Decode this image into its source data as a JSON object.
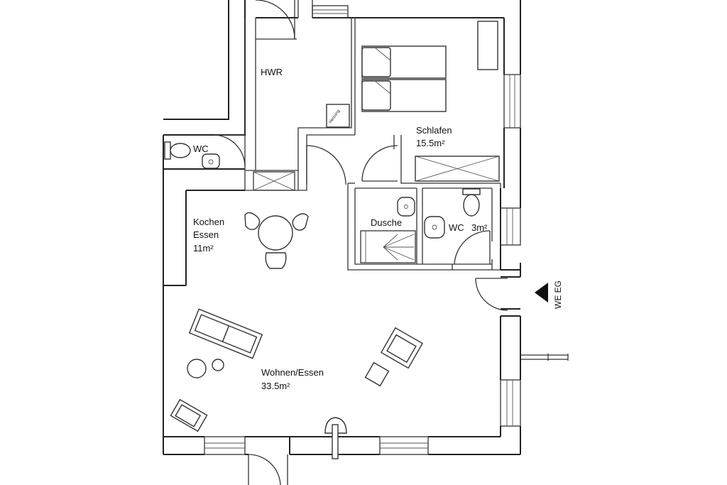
{
  "rooms": {
    "hwr": {
      "name": "HWR"
    },
    "heizung": {
      "name": "Heizung"
    },
    "wc_small": {
      "name": "WC"
    },
    "schlafen": {
      "name": "Schlafen",
      "area": "15.5m²"
    },
    "kochen": {
      "line1": "Kochen",
      "line2": "Essen",
      "area": "11m²"
    },
    "dusche": {
      "name": "Dusche"
    },
    "wc_3": {
      "name": "WC",
      "area": "3m²"
    },
    "wohnen": {
      "name": "Wohnen/Essen",
      "area": "33.5m²"
    }
  },
  "unit_label": "WE EG",
  "colors": {
    "line": "#222222",
    "background": "#ffffff"
  }
}
